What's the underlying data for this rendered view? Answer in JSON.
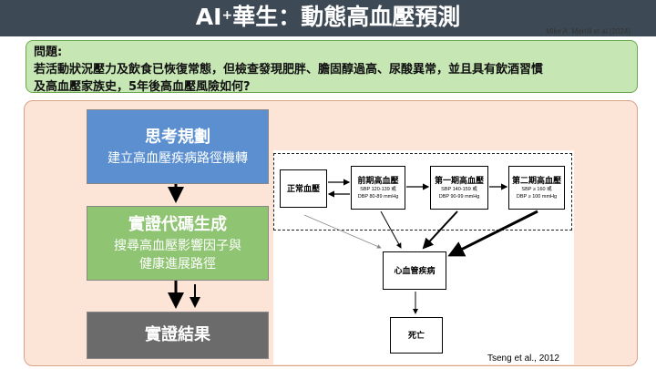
{
  "header": {
    "title_main": "AI",
    "title_sup": "+",
    "title_rest": "華生：動態高血壓預測",
    "citation": "Mike A. Merrill et al.(2024)"
  },
  "question": {
    "label": "問題:",
    "line1": "若活動狀況壓力及飲食已恢復常態，但檢查發現肥胖、膽固醇過高、尿酸異常，並且具有飲酒習慣",
    "line2": "及高血壓家族史，5年後高血壓風險如何?"
  },
  "steps": [
    {
      "title": "思考規劃",
      "sub1": "建立高血壓疾病路徑機轉",
      "sub2": ""
    },
    {
      "title": "實證代碼生成",
      "sub1": "搜尋高血壓影響因子與",
      "sub2": "健康進展路徑"
    },
    {
      "title": "實證結果"
    }
  ],
  "diagram": {
    "nodes": {
      "normal": {
        "title": "正常血壓"
      },
      "prehypertension": {
        "title": "前期高血壓",
        "range1": "SBP 120-139 或",
        "range2": "DBP 80-89 mmHg"
      },
      "stage1": {
        "title": "第一期高血壓",
        "range1": "SBP 140-159 或",
        "range2": "DBP 90-99 mmHg"
      },
      "stage2": {
        "title": "第二期高血壓",
        "range1": "SBP ≥ 160 或",
        "range2": "DBP ≥ 100 mmHg"
      },
      "cvd": {
        "title": "心血管疾病"
      },
      "death": {
        "title": "死亡"
      }
    },
    "citation": "Tseng et al., 2012"
  },
  "colors": {
    "header_bg": "#3d4a55",
    "question_bg": "#c6e6b4",
    "panel_bg": "#fce4d6",
    "step1_bg": "#5b8fd0",
    "step2_bg": "#8fc472",
    "step3_bg": "#6b6b6b"
  }
}
